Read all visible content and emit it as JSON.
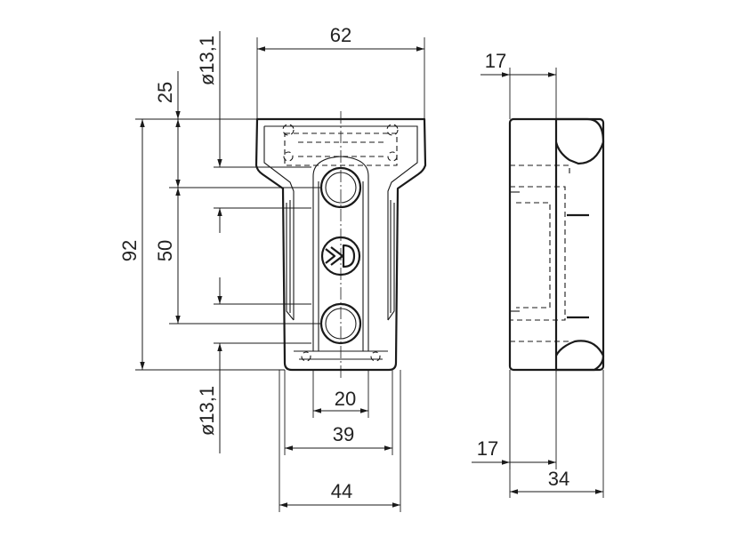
{
  "dimensions": {
    "width_top": "62",
    "hole_dia_top": "ø13,1",
    "offset_25": "25",
    "height_92": "92",
    "spacing_50": "50",
    "hole_spacing_20": "20",
    "width_39": "39",
    "hole_dia_bottom": "ø13,1",
    "width_44": "44",
    "side_17_top": "17",
    "side_17_bottom": "17",
    "depth_34": "34"
  }
}
